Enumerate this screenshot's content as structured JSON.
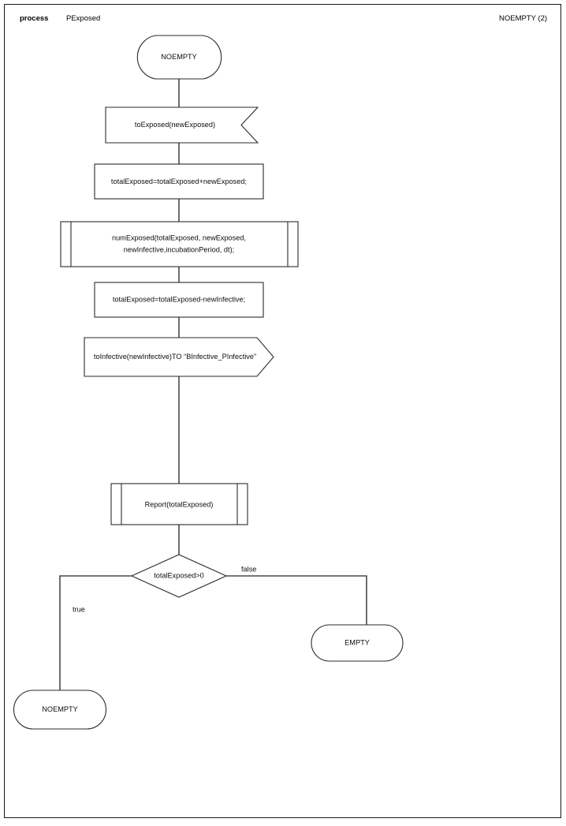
{
  "header": {
    "kind_label": "process",
    "process_name": "PExposed",
    "right_label": "NOEMPTY (2)"
  },
  "diagram": {
    "title": "PExposed process flowchart",
    "nodes": {
      "start_terminal": {
        "shape": "terminator",
        "label": "NOEMPTY"
      },
      "input_to_exposed": {
        "shape": "input",
        "label": "toExposed(newExposed)"
      },
      "assign_add": {
        "shape": "process",
        "label": "totalExposed=totalExposed+newExposed;"
      },
      "call_num_exposed": {
        "shape": "predefined-process",
        "label_line1": "numExposed(totalExposed, newExposed,",
        "label_line2": "newInfective,incubationPeriod, dt);"
      },
      "assign_sub": {
        "shape": "process",
        "label": "totalExposed=totalExposed-newInfective;"
      },
      "output_to_infective": {
        "shape": "output",
        "label": "toInfective(newInfective)TO “BInfective_PInfective”"
      },
      "call_report": {
        "shape": "predefined-process",
        "label": "Report(totalExposed)"
      },
      "decision": {
        "shape": "decision",
        "label": "totalExposed>0"
      },
      "end_empty": {
        "shape": "terminator",
        "label": "EMPTY"
      },
      "end_noempty": {
        "shape": "terminator",
        "label": "NOEMPTY"
      }
    },
    "edges": {
      "decision_true": "true",
      "decision_false": "false"
    },
    "colors": {
      "stroke": "#2b2b2b",
      "connector": "#4a4a4a",
      "fill": "#ffffff",
      "text": "#0d0d0d"
    }
  }
}
